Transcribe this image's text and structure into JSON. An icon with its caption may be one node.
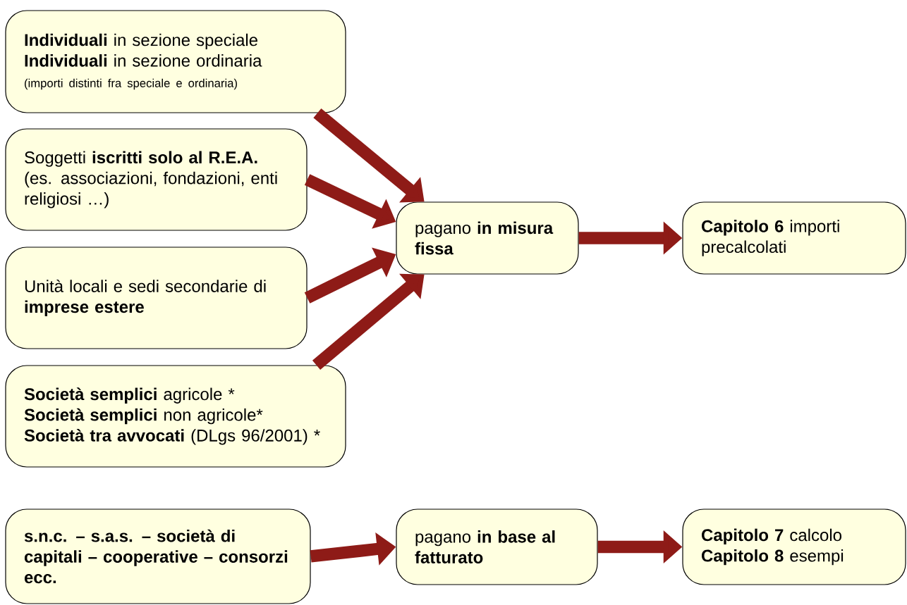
{
  "diagram": {
    "nodes": [
      {
        "text": [
          "**Individuali** in sezione speciale",
          "**Individuali** in sezione ordinaria",
          "(importi distinti fra speciale e ordinaria)"
        ]
      },
      {
        "text": [
          "Soggetti **iscritti solo al R.E.A.** (es. associazioni, fondazioni, enti religiosi  …)"
        ]
      },
      {
        "text": [
          "Unità locali e sedi secondarie di **imprese estere**"
        ]
      },
      {
        "text": [
          "**Società semplici** agricole *",
          "**Società semplici** non agricole*",
          "**Società tra avvocati** (DLgs 96/2001) *"
        ]
      },
      {
        "text": [
          "pagano **in misura fissa**"
        ]
      },
      {
        "text": [
          "**Capitolo 6** importi precalcolati"
        ]
      },
      {
        "text": [
          "**s.n.c. – s.a.s. – società di capitali – cooperative – consorzi ecc.**"
        ]
      },
      {
        "text": [
          "pagano  **in base al fatturato**"
        ]
      },
      {
        "text": [
          "**Capitolo 7** calcolo",
          "**Capitolo 8** esempi"
        ]
      }
    ],
    "edges": [
      {
        "from": 0,
        "to": 4,
        "arrow": "to"
      },
      {
        "from": 1,
        "to": 4,
        "arrow": "to"
      },
      {
        "from": 2,
        "to": 4,
        "arrow": "to"
      },
      {
        "from": 3,
        "to": 4,
        "arrow": "to"
      },
      {
        "from": 4,
        "to": 5,
        "arrow": "to"
      },
      {
        "from": 6,
        "to": 7,
        "arrow": "to"
      },
      {
        "from": 7,
        "to": 8,
        "arrow": "to"
      }
    ]
  }
}
